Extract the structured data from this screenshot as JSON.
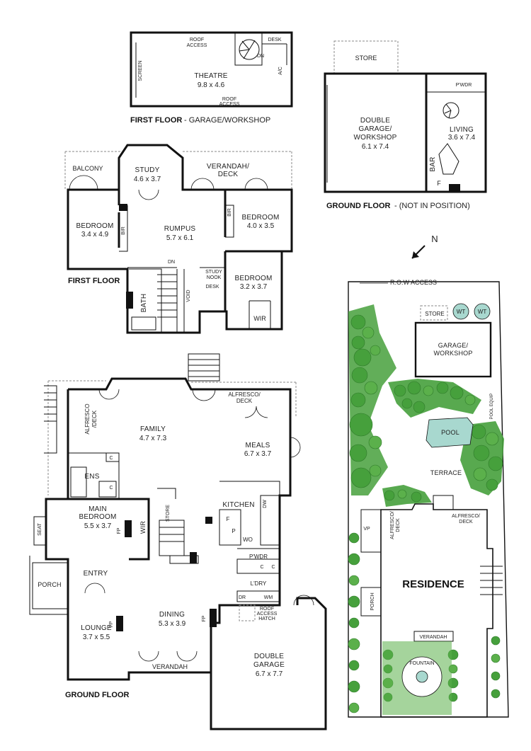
{
  "captions": {
    "first_floor_garage": "FIRST FLOOR",
    "first_floor_garage_sub": "- GARAGE/WORKSHOP",
    "first_floor": "FIRST FLOOR",
    "ground_floor_garage": "GROUND FLOOR",
    "ground_floor_garage_sub": "- (NOT IN POSITION)",
    "ground_floor": "GROUND FLOOR",
    "north": "N"
  },
  "garage_first": {
    "theatre": "THEATRE",
    "theatre_dim": "9.8 x 4.6",
    "screen": "SCREEN",
    "roof_access_top_1": "ROOF",
    "roof_access_top_2": "ACCESS",
    "roof_access_bot_1": "ROOF",
    "roof_access_bot_2": "ACCESS",
    "desk": "DESK",
    "dn": "DN",
    "ac": "A/C"
  },
  "garage_ground": {
    "store": "STORE",
    "garage": "DOUBLE",
    "garage_2": "GARAGE/",
    "garage_3": "WORKSHOP",
    "garage_dim": "6.1 x 7.4",
    "living": "LIVING",
    "living_dim": "3.6 x 7.4",
    "pwdr": "P'WDR",
    "bar": "BAR",
    "f": "F"
  },
  "first_floor": {
    "balcony": "BALCONY",
    "study": "STUDY",
    "study_dim": "4.6 x 3.7",
    "verandah": "VERANDAH/",
    "verandah_2": "DECK",
    "bedroom1": "BEDROOM",
    "bedroom1_dim": "3.4 x 4.9",
    "bedroom2": "BEDROOM",
    "bedroom2_dim": "4.0 x 3.5",
    "bedroom3": "BEDROOM",
    "bedroom3_dim": "3.2 x 3.7",
    "rumpus": "RUMPUS",
    "rumpus_dim": "5.7 x 6.1",
    "bir1": "BIR",
    "bir2": "BIR",
    "dn": "DN",
    "study_nook": "STUDY",
    "study_nook_2": "NOOK",
    "desk": "DESK",
    "bath": "BATH",
    "void": "VOID",
    "wir": "WIR"
  },
  "ground_floor": {
    "alfresco1": "ALFRESCO",
    "alfresco1_2": "/DECK",
    "family": "FAMILY",
    "family_dim": "4.7 x 7.3",
    "alfresco2": "ALFRESCO/",
    "alfresco2_2": "DECK",
    "meals": "MEALS",
    "meals_dim": "6.7 x 3.7",
    "ens": "ENS",
    "c1": "C",
    "c2": "C",
    "c3": "C",
    "c4": "C",
    "kitchen": "KITCHEN",
    "dw": "DW",
    "f": "F",
    "p": "P",
    "wo": "WO",
    "main_bedroom": "MAIN",
    "main_bedroom_2": "BEDROOM",
    "main_bedroom_dim": "5.5 x 3.7",
    "fp1": "FP",
    "fp2": "FP",
    "fp3": "FP",
    "wir": "WIR",
    "store": "STORE",
    "seat": "SEAT",
    "pwdr": "P'WDR",
    "ldry": "L'DRY",
    "dr": "DR",
    "wm": "WM",
    "roof_hatch_1": "ROOF",
    "roof_hatch_2": "ACCESS",
    "roof_hatch_3": "HATCH",
    "porch": "PORCH",
    "entry": "ENTRY",
    "lounge": "LOUNGE",
    "lounge_dim": "3.7 x 5.5",
    "dining": "DINING",
    "dining_dim": "5.3 x 3.9",
    "verandah": "VERANDAH",
    "double_garage": "DOUBLE",
    "double_garage_2": "GARAGE",
    "double_garage_dim": "6.7 x 7.7"
  },
  "site": {
    "row_access": "R.O.W ACCESS",
    "store": "STORE",
    "wt1": "WT",
    "wt2": "WT",
    "garage": "GARAGE/",
    "garage_2": "WORKSHOP",
    "pool": "POOL",
    "pool_equip": "POOL EQUIP",
    "terrace": "TERRACE",
    "alfresco1": "ALFRESCO/",
    "alfresco1_2": "DECK",
    "alfresco2": "ALFRESCO/",
    "alfresco2_2": "DECK",
    "vp": "VP",
    "residence": "RESIDENCE",
    "porch": "PORCH",
    "verandah": "VERANDAH",
    "fountain": "FOUNTAIN"
  },
  "colors": {
    "landscape_green": "#46a03c",
    "wall": "#111111",
    "water": "#a8d8cf"
  }
}
